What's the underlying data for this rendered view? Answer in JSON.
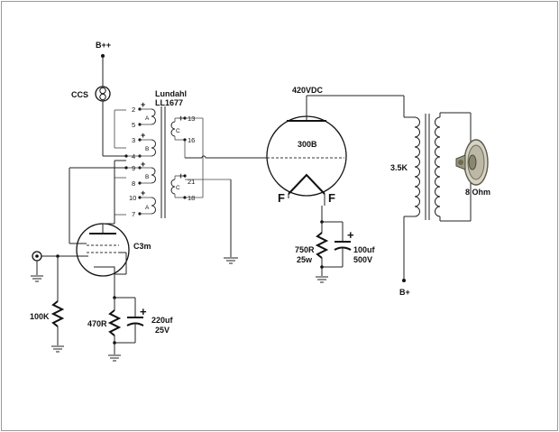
{
  "labels": {
    "bpp": "B++",
    "ccs": "CCS",
    "transformer_brand": "Lundahl",
    "transformer_model": "LL1677",
    "b_plus_voltage": "420VDC",
    "output_tube": "300B",
    "input_tube": "C3m",
    "output_transformer": "3.5K",
    "speaker": "8 Ohm",
    "b_plus": "B+",
    "filament_left": "F",
    "filament_right": "F",
    "r_grid": "100K",
    "r_cathode1": "470R",
    "c_cathode1_value": "220uf",
    "c_cathode1_voltage": "25V",
    "r_cathode2_value": "750R",
    "r_cathode2_power": "25w",
    "c_cathode2_value": "100uf",
    "c_cathode2_voltage": "500V",
    "plus": "+"
  },
  "pins": {
    "p2": "2",
    "p5": "5",
    "p3": "3",
    "p4": "4",
    "p9": "9",
    "p8": "8",
    "p10": "10",
    "p7": "7",
    "p13": "13",
    "p16": "16",
    "p21": "21",
    "p18": "18",
    "wA1": "A",
    "wB1": "B",
    "wC1": "C",
    "wB2": "B",
    "wA2": "A",
    "wC2": "C"
  }
}
